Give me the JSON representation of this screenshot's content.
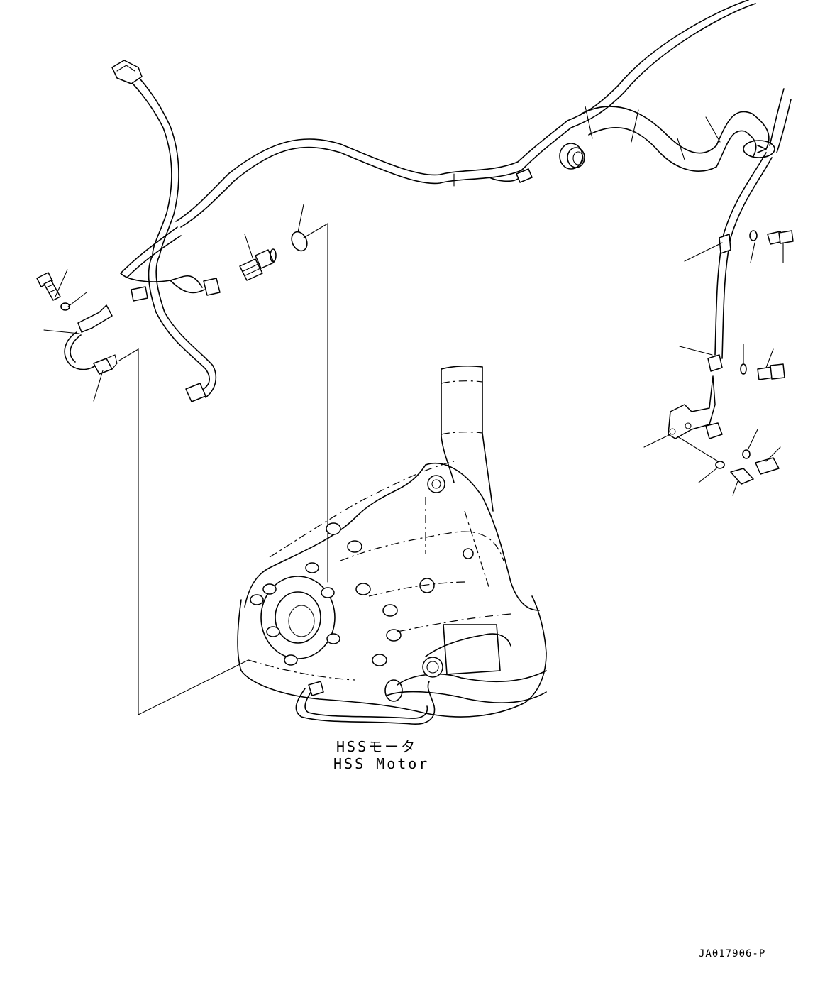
{
  "diagram": {
    "caption_japanese": "HSSモータ",
    "caption_english": "HSS Motor",
    "drawing_code": "JA017906-P"
  },
  "parts": {
    "main_harness": "harness",
    "left_branch_harness": "harness",
    "speed_sensor": "sensor",
    "pressure_switch": "sensor",
    "o_ring": "seal",
    "clamp_bracket": "bracket",
    "hss_motor": "motor"
  },
  "colors": {
    "line": "#000000",
    "background": "#ffffff"
  }
}
